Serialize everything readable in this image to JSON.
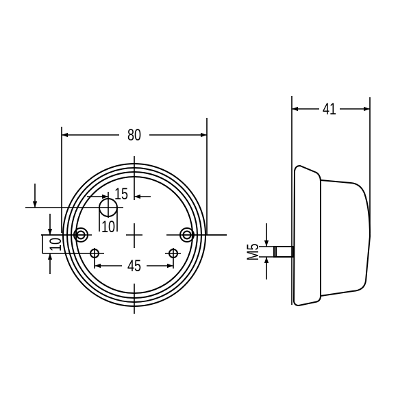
{
  "drawing": {
    "front_view": {
      "diameter_label": "80",
      "hole_offset_label": "15",
      "hole_diameter_label": "10",
      "vertical_offset_label": "10",
      "mounting_spacing_label": "45"
    },
    "side_view": {
      "depth_label": "41",
      "thread_label": "M5"
    },
    "line_color": "#000000",
    "background": "#ffffff"
  }
}
